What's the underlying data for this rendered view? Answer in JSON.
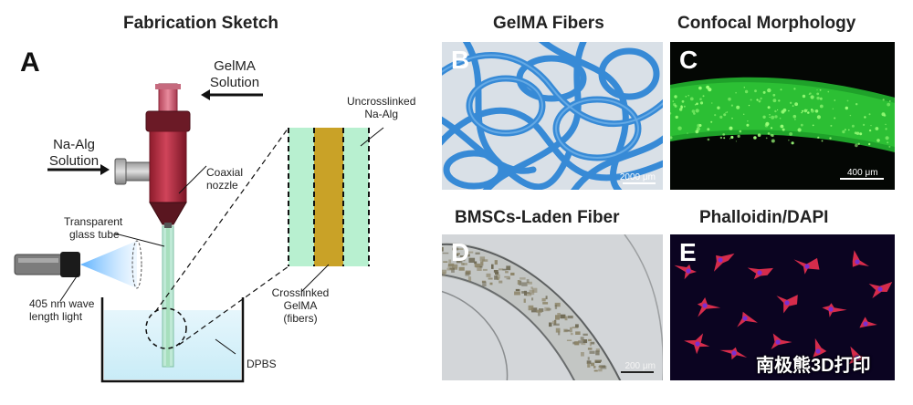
{
  "panel_a": {
    "title": "Fabrication Sketch",
    "label": "A",
    "gelma_solution": [
      "GelMA",
      "Solution"
    ],
    "naalg_solution": [
      "Na-Alg",
      "Solution"
    ],
    "coaxial_nozzle": [
      "Coaxial",
      "nozzle"
    ],
    "glass_tube": [
      "Transparent",
      "glass tube"
    ],
    "light": [
      "405 nm wave",
      "length light"
    ],
    "uncrosslinked": [
      "Uncrosslinked",
      "Na-Alg"
    ],
    "crosslinked": [
      "Crosslinked",
      "GelMA",
      "(fibers)"
    ],
    "dpbs": "DPBS"
  },
  "panel_b": {
    "title": "GelMA Fibers",
    "label": "B",
    "scale": "2000 μm"
  },
  "panel_c": {
    "title": "Confocal Morphology",
    "label": "C",
    "scale": "400 μm"
  },
  "panel_d": {
    "title": "BMSCs-Laden Fiber",
    "label": "D",
    "scale": "200 μm"
  },
  "panel_e": {
    "title": "Phalloidin/DAPI",
    "label": "E"
  },
  "watermark": "南极熊3D打印",
  "colors": {
    "fiber_blue": "#2f86d6",
    "confocal_green": "#39d63a",
    "phalloidin_red": "#e8304f",
    "nozzle_red": "#b0283a",
    "gel_gold": "#c9a227",
    "alg_green": "#b8f0d0"
  }
}
